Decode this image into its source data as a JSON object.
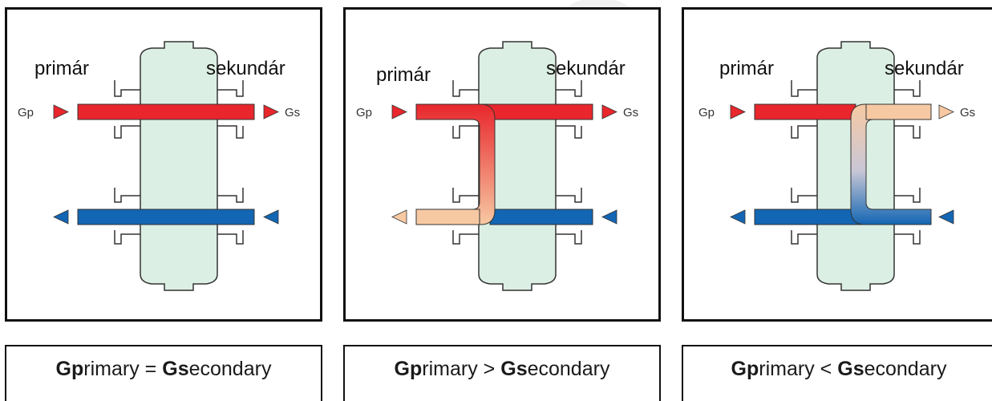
{
  "panels": [
    {
      "primary_label": "primár",
      "secondary_label": "sekundár",
      "flow_in_label": "Gp",
      "flow_out_label": "Gs",
      "caption": {
        "g1": "G",
        "p1": "p",
        "t1": "rimary",
        "op": "=",
        "g2": "G",
        "s2": "s",
        "t2": "econdary"
      }
    },
    {
      "primary_label": "primár",
      "secondary_label": "sekundár",
      "flow_in_label": "Gp",
      "flow_out_label": "Gs",
      "caption": {
        "g1": "G",
        "p1": "p",
        "t1": "rimary",
        "op": ">",
        "g2": "G",
        "s2": "s",
        "t2": "econdary"
      }
    },
    {
      "primary_label": "primár",
      "secondary_label": "sekundár",
      "flow_in_label": "Gp",
      "flow_out_label": "Gs",
      "caption": {
        "g1": "G",
        "p1": "p",
        "t1": "rimary",
        "op": "<",
        "g2": "G",
        "s2": "s",
        "t2": "econdary"
      }
    }
  ],
  "colors": {
    "hot": "#e8262c",
    "cold": "#1366b3",
    "warm_light": "#f7c9a3",
    "separator_fill": "#dcefe4",
    "outline": "#333333"
  }
}
